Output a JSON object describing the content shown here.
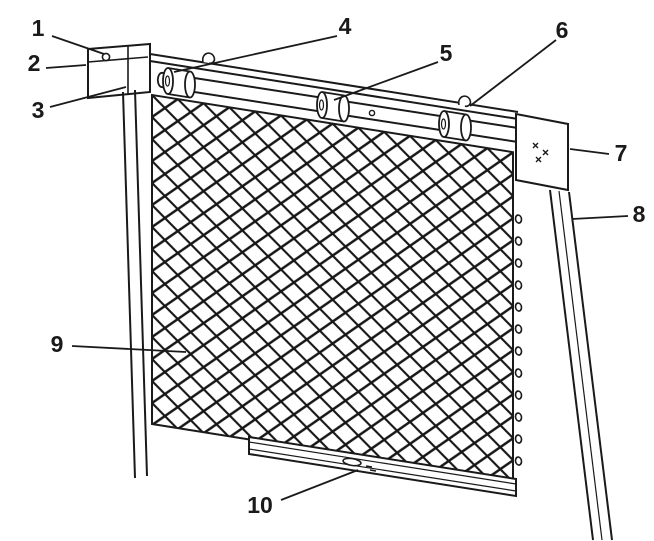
{
  "callouts": [
    {
      "label": "1"
    },
    {
      "label": "2"
    },
    {
      "label": "3"
    },
    {
      "label": "4"
    },
    {
      "label": "5"
    },
    {
      "label": "6"
    },
    {
      "label": "7"
    },
    {
      "label": "8"
    },
    {
      "label": "9"
    },
    {
      "label": "10"
    }
  ],
  "colors": {
    "line_color": "#1a1a1a",
    "mesh_color": "#161616",
    "background": "#ffffff"
  }
}
